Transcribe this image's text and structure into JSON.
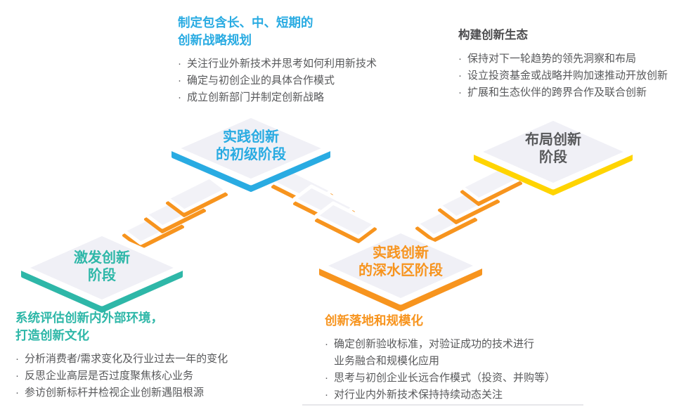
{
  "palette": {
    "cyan": "#29ABE2",
    "teal": "#2EB7A8",
    "orange": "#F7941E",
    "yellow": "#FFD400",
    "body_text": "#58595B",
    "dark_title": "#4D4D4F",
    "platform_face": "#F0F0F6"
  },
  "bullet_marker": "·",
  "stone_edge_color": "#F7941E",
  "stages": [
    {
      "id": "inspire",
      "label_lines": [
        "激发创新",
        "阶段"
      ],
      "color": "#2EB7A8",
      "label_color": "#2EB7A8"
    },
    {
      "id": "practice-early",
      "label_lines": [
        "实践创新",
        "的初级阶段"
      ],
      "color": "#29ABE2",
      "label_color": "#29ABE2"
    },
    {
      "id": "practice-deep",
      "label_lines": [
        "实践创新",
        "的深水区阶段"
      ],
      "color": "#F7941E",
      "label_color": "#F7941E"
    },
    {
      "id": "layout",
      "label_lines": [
        "布局创新",
        "阶段"
      ],
      "color": "#FFD400",
      "label_color": "#58595B"
    }
  ],
  "blocks": [
    {
      "title_lines": [
        "制定包含长、中、短期的",
        "创新战略规划"
      ],
      "title_color": "#29ABE2",
      "items": [
        "关注行业外新技术并思考如何利用新技术",
        "确定与初创企业的具体合作模式",
        "成立创新部门并制定创新战略"
      ]
    },
    {
      "title_lines": [
        "构建创新生态"
      ],
      "title_color": "#4D4D4F",
      "items": [
        "保持对下一轮趋势的领先洞察和布局",
        "设立投资基金或战略并购加速推动开放创新",
        "扩展和生态伙伴的跨界合作及联合创新"
      ]
    },
    {
      "title_lines": [
        "系统评估创新内外部环境，",
        "打造创新文化"
      ],
      "title_color": "#2EB7A8",
      "items": [
        "分析消费者/需求变化及行业过去一年的变化",
        "反思企业高层是否过度聚焦核心业务",
        "参访创新标杆并检视企业创新遇阻根源"
      ]
    },
    {
      "title_lines": [
        "创新落地和规模化"
      ],
      "title_color": "#F7941E",
      "items": [
        "确定创新验收标准，对验证成功的技术进行\n业务融合和规模化应用",
        "思考与初创企业长远合作模式（投资、并购等）",
        "对行业内外新技术保持持续动态关注"
      ]
    }
  ]
}
